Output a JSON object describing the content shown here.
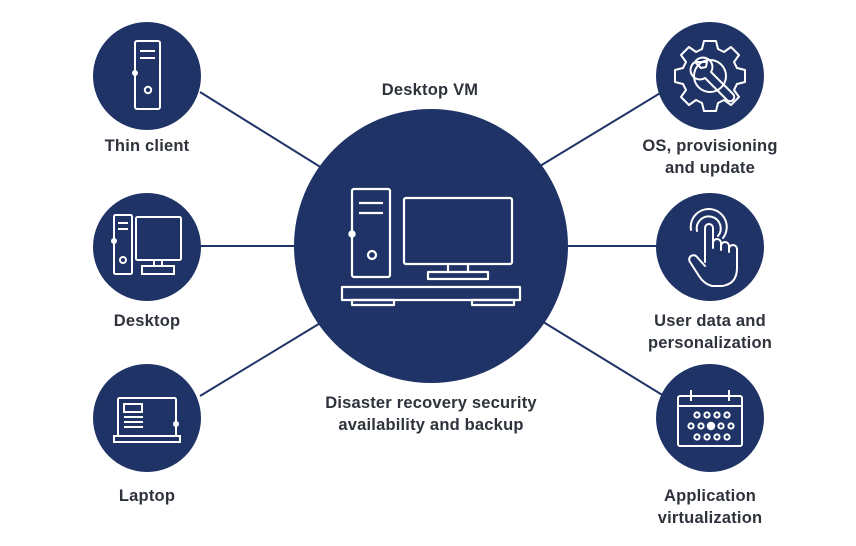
{
  "center": {
    "title": "Desktop VM",
    "caption_line1": "Disaster recovery security",
    "caption_line2": "availability and backup"
  },
  "left_nodes": [
    {
      "label": "Thin client",
      "icon": "thin-client-tower-icon"
    },
    {
      "label": "Desktop",
      "icon": "desktop-computer-icon"
    },
    {
      "label": "Laptop",
      "icon": "laptop-icon"
    }
  ],
  "right_nodes": [
    {
      "label_line1": "OS, provisioning",
      "label_line2": "and update",
      "icon": "gear-wrench-icon"
    },
    {
      "label_line1": "User data and",
      "label_line2": "personalization",
      "icon": "touch-hand-icon"
    },
    {
      "label_line1": "Application",
      "label_line2": "virtualization",
      "icon": "calendar-icon"
    }
  ],
  "colors": {
    "node_fill": "#1f3366",
    "line": "#1f3366",
    "icon_stroke": "#ffffff",
    "text": "#2e323b"
  }
}
